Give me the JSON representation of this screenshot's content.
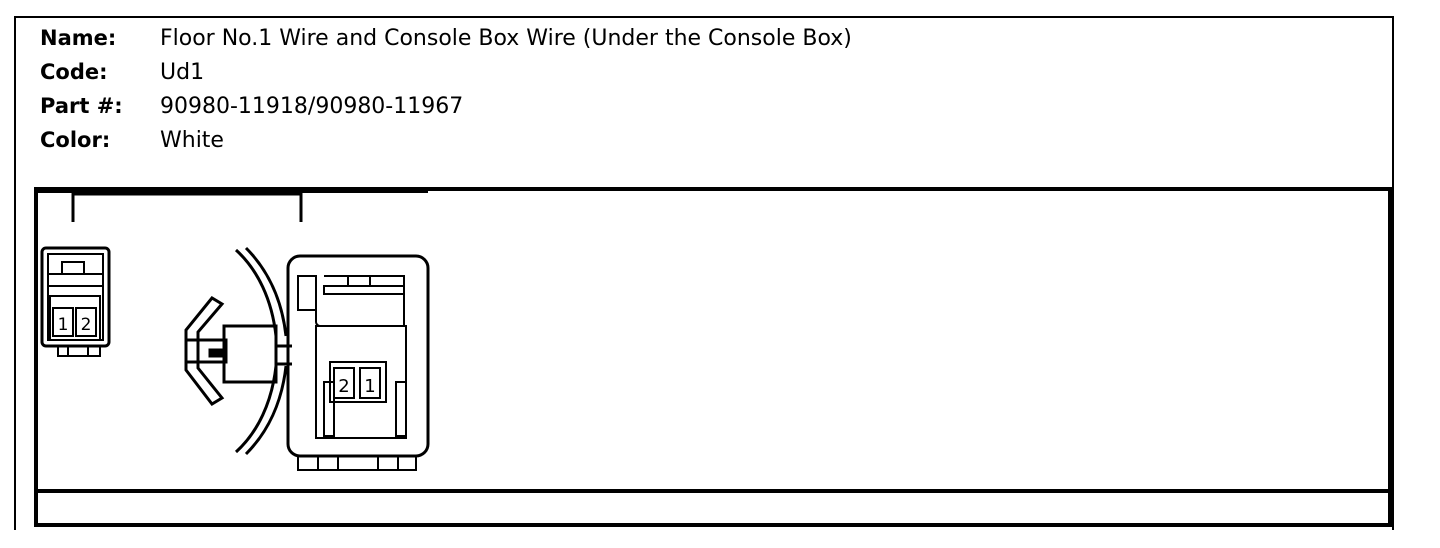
{
  "header": {
    "name": {
      "label": "Name:",
      "value": "Floor No.1 Wire and Console Box Wire (Under the Console Box)"
    },
    "code": {
      "label": "Code:",
      "value": "Ud1"
    },
    "part": {
      "label": "Part #:",
      "value": "90980-11918/90980-11967"
    },
    "color": {
      "label": "Color:",
      "value": "White"
    }
  },
  "diagram": {
    "left_connector": {
      "pins": [
        "1",
        "2"
      ]
    },
    "right_connector": {
      "pins": [
        "2",
        "1"
      ]
    }
  }
}
